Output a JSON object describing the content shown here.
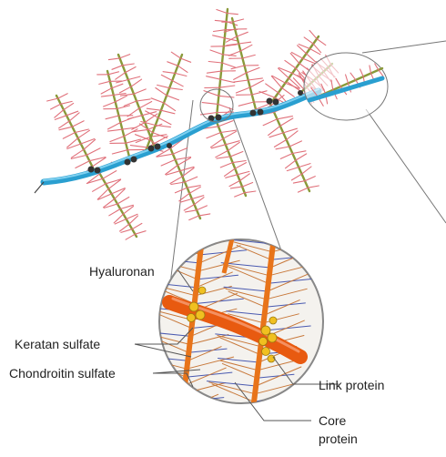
{
  "labels": {
    "hyaluronan": "Hyaluronan",
    "keratan_sulfate": "Keratan sulfate",
    "chondroitin_sulfate": "Chondroitin sulfate",
    "link_protein": "Link protein",
    "core_protein_line1": "Core",
    "core_protein_line2": "protein"
  },
  "colors": {
    "hyaluronan_strand": "#2a9fd0",
    "core_protein": "#8a9a3a",
    "glycosaminoglycan_chains": "#e0707a",
    "inset_hyaluronan": "#e85a10",
    "inset_core": "#e8741a",
    "link_protein": "#f0c020",
    "keratan_chains": "#4a5ab0",
    "chondroitin_chains": "#c8783a"
  }
}
